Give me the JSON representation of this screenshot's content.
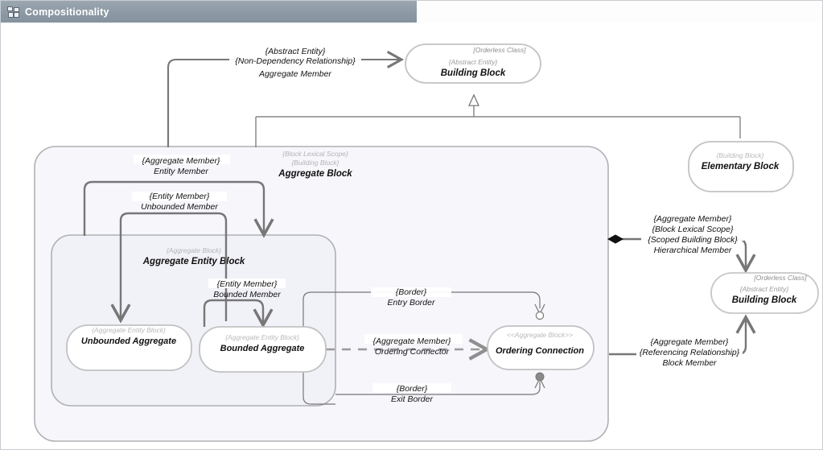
{
  "window": {
    "title": "Compositionality",
    "icon": "composite-nodes-icon",
    "titlebar_color": "#8d99a4",
    "canvas_color": "#ffffff"
  },
  "colors": {
    "container_fill": "#f6f6fb",
    "node_fill": "#ffffff",
    "node_stroke": "#b9b9b9",
    "container_stroke": "#b0b0b4",
    "edge_stroke": "#777777",
    "tree_stroke": "#6f6f6f",
    "stereotype_text": "#b9b9b9",
    "name_text": "#111111"
  },
  "containers": [
    {
      "id": "aggregate-block",
      "stereotypes": [
        "{Block Lexical Scope}",
        "{Building Block}"
      ],
      "name": "Aggregate Block"
    },
    {
      "id": "aggregate-entity-block",
      "stereotypes": [
        "{Aggregate Block}"
      ],
      "name": "Aggregate Entity Block"
    }
  ],
  "nodes": [
    {
      "id": "building-block-top",
      "keyword": "[Orderless Class]",
      "stereotype": "{Abstract Entity}",
      "name": "Building Block"
    },
    {
      "id": "elementary-block",
      "keyword": "",
      "stereotype": "{Building Block}",
      "name": "Elementary Block"
    },
    {
      "id": "unbounded-aggregate",
      "keyword": "",
      "stereotype": "{Aggregate Entity Block}",
      "name": "Unbounded Aggregate"
    },
    {
      "id": "bounded-aggregate",
      "keyword": "",
      "stereotype": "{Aggregate Entity Block}",
      "name": "Bounded Aggregate"
    },
    {
      "id": "ordering-connection",
      "keyword": "",
      "stereotype": "<<Aggregate Block>>",
      "name": "Ordering Connection"
    },
    {
      "id": "building-block-right",
      "keyword": "[Orderless Class]",
      "stereotype": "{Abstract Entity}",
      "name": "Building Block"
    }
  ],
  "edges": [
    {
      "id": "aggregate-member-top",
      "lines": [
        "{Abstract Entity}",
        "{Non-Dependency Relationship}",
        "Aggregate Member"
      ],
      "arrow": "open"
    },
    {
      "id": "entity-member",
      "lines": [
        "{Aggregate Member}",
        "Entity Member"
      ],
      "arrow": "open"
    },
    {
      "id": "unbounded-member",
      "lines": [
        "{Entity Member}",
        "Unbounded Member"
      ],
      "arrow": "open"
    },
    {
      "id": "bounded-member",
      "lines": [
        "{Entity Member}",
        "Bounded Member"
      ],
      "arrow": "open"
    },
    {
      "id": "entry-border",
      "lines": [
        "{Border}",
        "Entry Border"
      ],
      "arrow": "hollow-circle"
    },
    {
      "id": "exit-border",
      "lines": [
        "{Border}",
        "Exit Border"
      ],
      "arrow": "filled-circle"
    },
    {
      "id": "ordering-connector",
      "lines": [
        "{Aggregate Member}",
        "Ordering Connector"
      ],
      "arrow": "open-dashed"
    },
    {
      "id": "hierarchical-member",
      "lines": [
        "{Aggregate Member}",
        "{Block Lexical Scope}",
        "{Scoped Building Block}",
        "Hierarchical Member"
      ],
      "arrow": "composition-diamond"
    },
    {
      "id": "block-member",
      "lines": [
        "{Aggregate Member}",
        "{Referencing Relationship}",
        "Block Member"
      ],
      "arrow": "open"
    }
  ]
}
